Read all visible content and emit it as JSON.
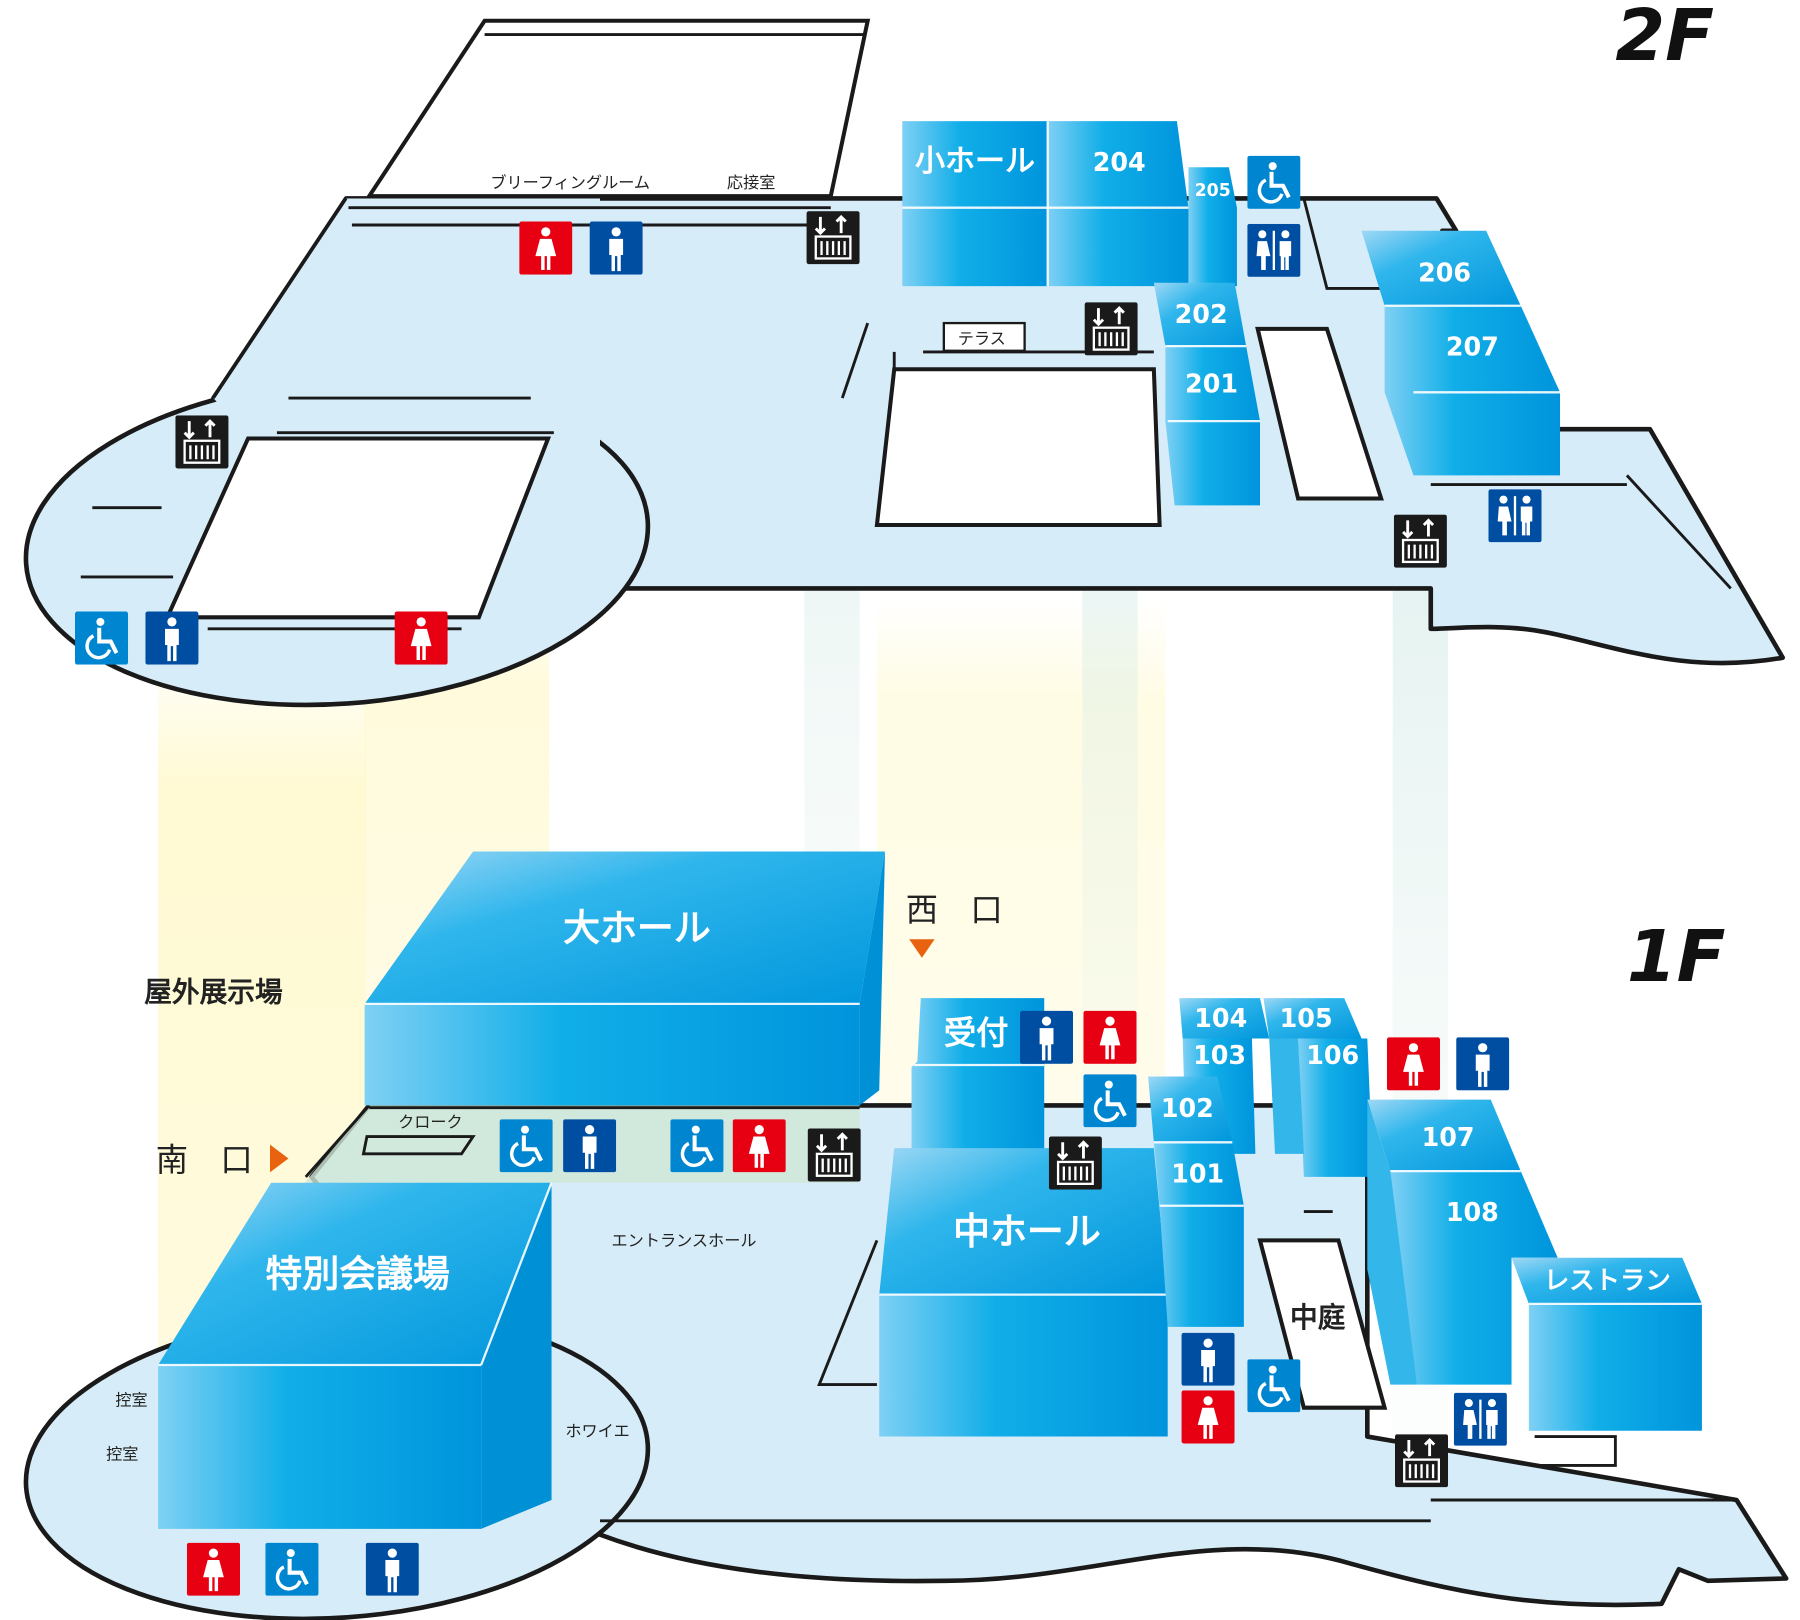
{
  "floors": {
    "f2": {
      "label": "2F",
      "rooms": {
        "small_hall": "小ホール",
        "r204": "204",
        "r205": "205",
        "r202": "202",
        "r201": "201",
        "r206": "206",
        "r207": "207"
      },
      "areas": {
        "briefing": "ブリーフィングルーム",
        "reception_room": "応接室",
        "terrace": "テラス"
      }
    },
    "f1": {
      "label": "1F",
      "rooms": {
        "large_hall": "大ホール",
        "special_conf": "特別会議場",
        "medium_hall": "中ホール",
        "reception": "受付",
        "r101": "101",
        "r102": "102",
        "r103": "103",
        "r104": "104",
        "r105": "105",
        "r106": "106",
        "r107": "107",
        "r108": "108",
        "restaurant": "レストラン"
      },
      "areas": {
        "outdoor": "屋外展示場",
        "cloak": "クローク",
        "entrance_hall": "エントランスホール",
        "courtyard": "中庭",
        "foyer": "ホワイエ",
        "waiting1": "控室",
        "waiting2": "控室"
      },
      "entrances": {
        "south": "南　口",
        "west": "西　口"
      }
    }
  },
  "colors": {
    "room_blue": "#00a0e0",
    "floor_plate": "#d6ecf8",
    "women": "#e60012",
    "men": "#004ea2",
    "accessible": "#0086d1",
    "entrance_arrow": "#e8620f"
  }
}
